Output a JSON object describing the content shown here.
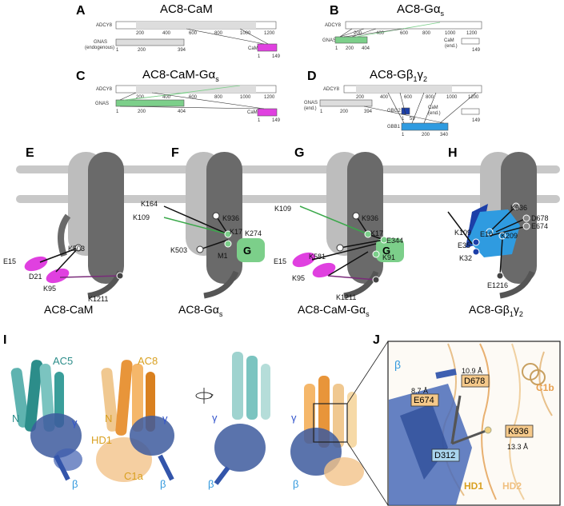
{
  "panels": {
    "A": {
      "letter": "A",
      "title": "AC8-CaM",
      "adcy": "ADCY8",
      "gnas": "GNAS",
      "gnas_note": "(endogenous)",
      "cam": "CaM"
    },
    "B": {
      "letter": "B",
      "title": "AC8-Gα",
      "title_sub": "s",
      "adcy": "ADCY8",
      "gnas": "GNAS",
      "cam": "CaM",
      "cam_note": "(end.)"
    },
    "C": {
      "letter": "C",
      "title": "AC8-CaM-Gα",
      "title_sub": "s",
      "adcy": "ADCY8",
      "gnas": "GNAS",
      "cam": "CaM"
    },
    "D": {
      "letter": "D",
      "title": "AC8-Gβ",
      "title_sub1": "1",
      "title_mid": "γ",
      "title_sub2": "2",
      "adcy": "ADCY8",
      "gnas": "GNAS",
      "gnas_note": "(end.)",
      "gbg2": "GBG2",
      "gbb1": "GBB1",
      "cam": "CaM",
      "cam_note": "(end.)"
    },
    "E": {
      "letter": "E",
      "caption": "AC8-CaM",
      "res": [
        "K503",
        "E15",
        "D21",
        "K95",
        "K1211"
      ]
    },
    "F": {
      "letter": "F",
      "caption": "AC8-Gα",
      "caption_sub": "s",
      "res": [
        "K164",
        "K109",
        "K936",
        "K17",
        "K274",
        "K503",
        "M1"
      ],
      "g": "G"
    },
    "G": {
      "letter": "G",
      "caption": "AC8-CaM-Gα",
      "caption_sub": "s",
      "res": [
        "K109",
        "K936",
        "K17",
        "E344",
        "K581",
        "E15",
        "K91",
        "K95",
        "K1211"
      ],
      "g": "G"
    },
    "H": {
      "letter": "H",
      "caption": "AC8-Gβ",
      "caption_sub1": "1",
      "caption_mid": "γ",
      "caption_sub2": "2",
      "res": [
        "K936",
        "D678",
        "E674",
        "K109",
        "E10",
        "K209",
        "E35",
        "K32",
        "E1216"
      ]
    },
    "I": {
      "letter": "I",
      "ac5": "AC5",
      "ac8": "AC8",
      "n1": "N",
      "n2": "N",
      "gamma": "γ",
      "beta": "β",
      "hd1": "HD1",
      "c1a": "C1a"
    },
    "J": {
      "letter": "J",
      "beta": "β",
      "d1": "8.7 Å",
      "d2": "10.9 Å",
      "d3": "13.3 Å",
      "e674": "E674",
      "d678": "D678",
      "k936": "K936",
      "d312": "D312",
      "c1b": "C1b",
      "hd1": "HD1",
      "hd2": "HD2"
    }
  },
  "ticks": {
    "t1": "1",
    "t200": "200",
    "t394": "394",
    "t400": "400",
    "t404": "404",
    "t600": "600",
    "t800": "800",
    "t1000": "1000",
    "t1200": "1200",
    "t149": "149",
    "t59": "59",
    "t340": "340"
  },
  "colors": {
    "cam": "#e040e0",
    "gas": "#7ccf8a",
    "gbg": "#1c3fa8",
    "gbb": "#2f9be0",
    "membrane": "#c8c8c8",
    "ac_light": "#bdbdbd",
    "ac_dark": "#6a6a6a"
  }
}
